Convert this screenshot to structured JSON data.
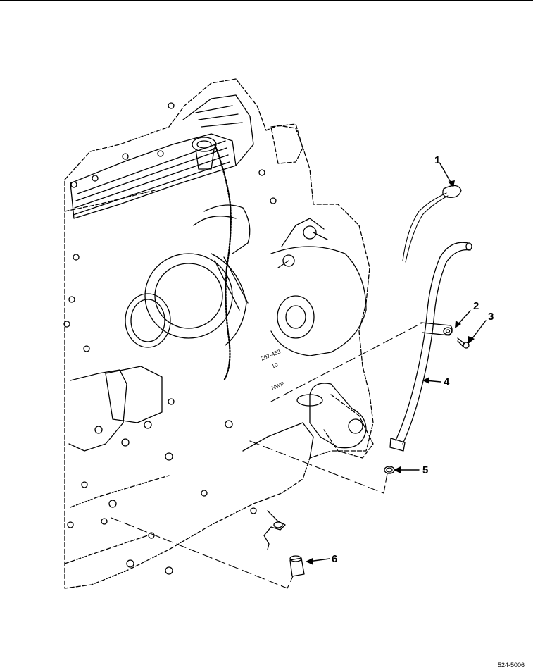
{
  "callouts": [
    {
      "number": "1"
    },
    {
      "number": "2"
    },
    {
      "number": "3"
    },
    {
      "number": "4"
    },
    {
      "number": "5"
    },
    {
      "number": "6"
    }
  ],
  "engine_marking": {
    "part_no": "267-453",
    "line2": "10",
    "line3": "NWP"
  },
  "figure_id": "524-5006"
}
